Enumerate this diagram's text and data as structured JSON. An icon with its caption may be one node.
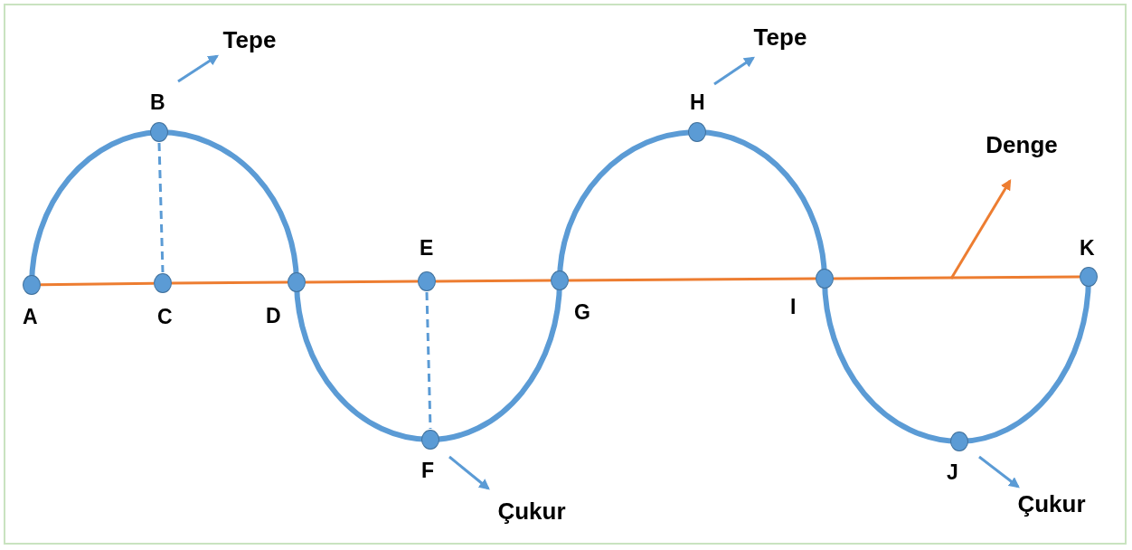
{
  "diagram": {
    "nodes": [
      {
        "text": [
          "A"
        ]
      },
      {
        "text": [
          "B"
        ]
      },
      {
        "text": [
          "C"
        ]
      },
      {
        "text": [
          "D"
        ]
      },
      {
        "text": [
          "E"
        ]
      },
      {
        "text": [
          "F"
        ]
      },
      {
        "text": [
          "G"
        ]
      },
      {
        "text": [
          "H"
        ]
      },
      {
        "text": [
          "I"
        ]
      },
      {
        "text": [
          "J"
        ]
      },
      {
        "text": [
          "K"
        ]
      },
      {
        "text": [
          "Tepe"
        ]
      },
      {
        "text": [
          "Tepe"
        ]
      },
      {
        "text": [
          "Denge"
        ]
      },
      {
        "text": [
          "Çukur"
        ]
      },
      {
        "text": [
          "Çukur"
        ]
      }
    ],
    "edges": [
      {
        "from": 0,
        "to": 1,
        "arrow": "none",
        "style": "thick"
      },
      {
        "from": 1,
        "to": 3,
        "arrow": "none",
        "style": "thick"
      },
      {
        "from": 3,
        "to": 5,
        "arrow": "none",
        "style": "thick"
      },
      {
        "from": 5,
        "to": 6,
        "arrow": "none",
        "style": "thick"
      },
      {
        "from": 6,
        "to": 7,
        "arrow": "none",
        "style": "thick"
      },
      {
        "from": 7,
        "to": 8,
        "arrow": "none",
        "style": "thick"
      },
      {
        "from": 8,
        "to": 9,
        "arrow": "none",
        "style": "thick"
      },
      {
        "from": 9,
        "to": 10,
        "arrow": "none",
        "style": "thick"
      },
      {
        "from": 0,
        "to": 2,
        "arrow": "none",
        "color": "#ed7d31"
      },
      {
        "from": 2,
        "to": 3,
        "arrow": "none",
        "color": "#ed7d31"
      },
      {
        "from": 3,
        "to": 4,
        "arrow": "none",
        "color": "#ed7d31"
      },
      {
        "from": 4,
        "to": 6,
        "arrow": "none",
        "color": "#ed7d31"
      },
      {
        "from": 6,
        "to": 8,
        "arrow": "none",
        "color": "#ed7d31"
      },
      {
        "from": 8,
        "to": 10,
        "arrow": "none",
        "color": "#ed7d31"
      },
      {
        "from": 1,
        "to": 2,
        "arrow": "none",
        "style": "dashed"
      },
      {
        "from": 4,
        "to": 5,
        "arrow": "none",
        "style": "dashed"
      },
      {
        "from": 1,
        "to": 11,
        "arrow": "to"
      },
      {
        "from": 7,
        "to": 12,
        "arrow": "to"
      },
      {
        "from": 5,
        "to": 14,
        "arrow": "to"
      },
      {
        "from": 9,
        "to": 15,
        "arrow": "to"
      },
      {
        "from": null,
        "to": 13,
        "arrow": "to",
        "color": "#ed7d31"
      }
    ]
  }
}
